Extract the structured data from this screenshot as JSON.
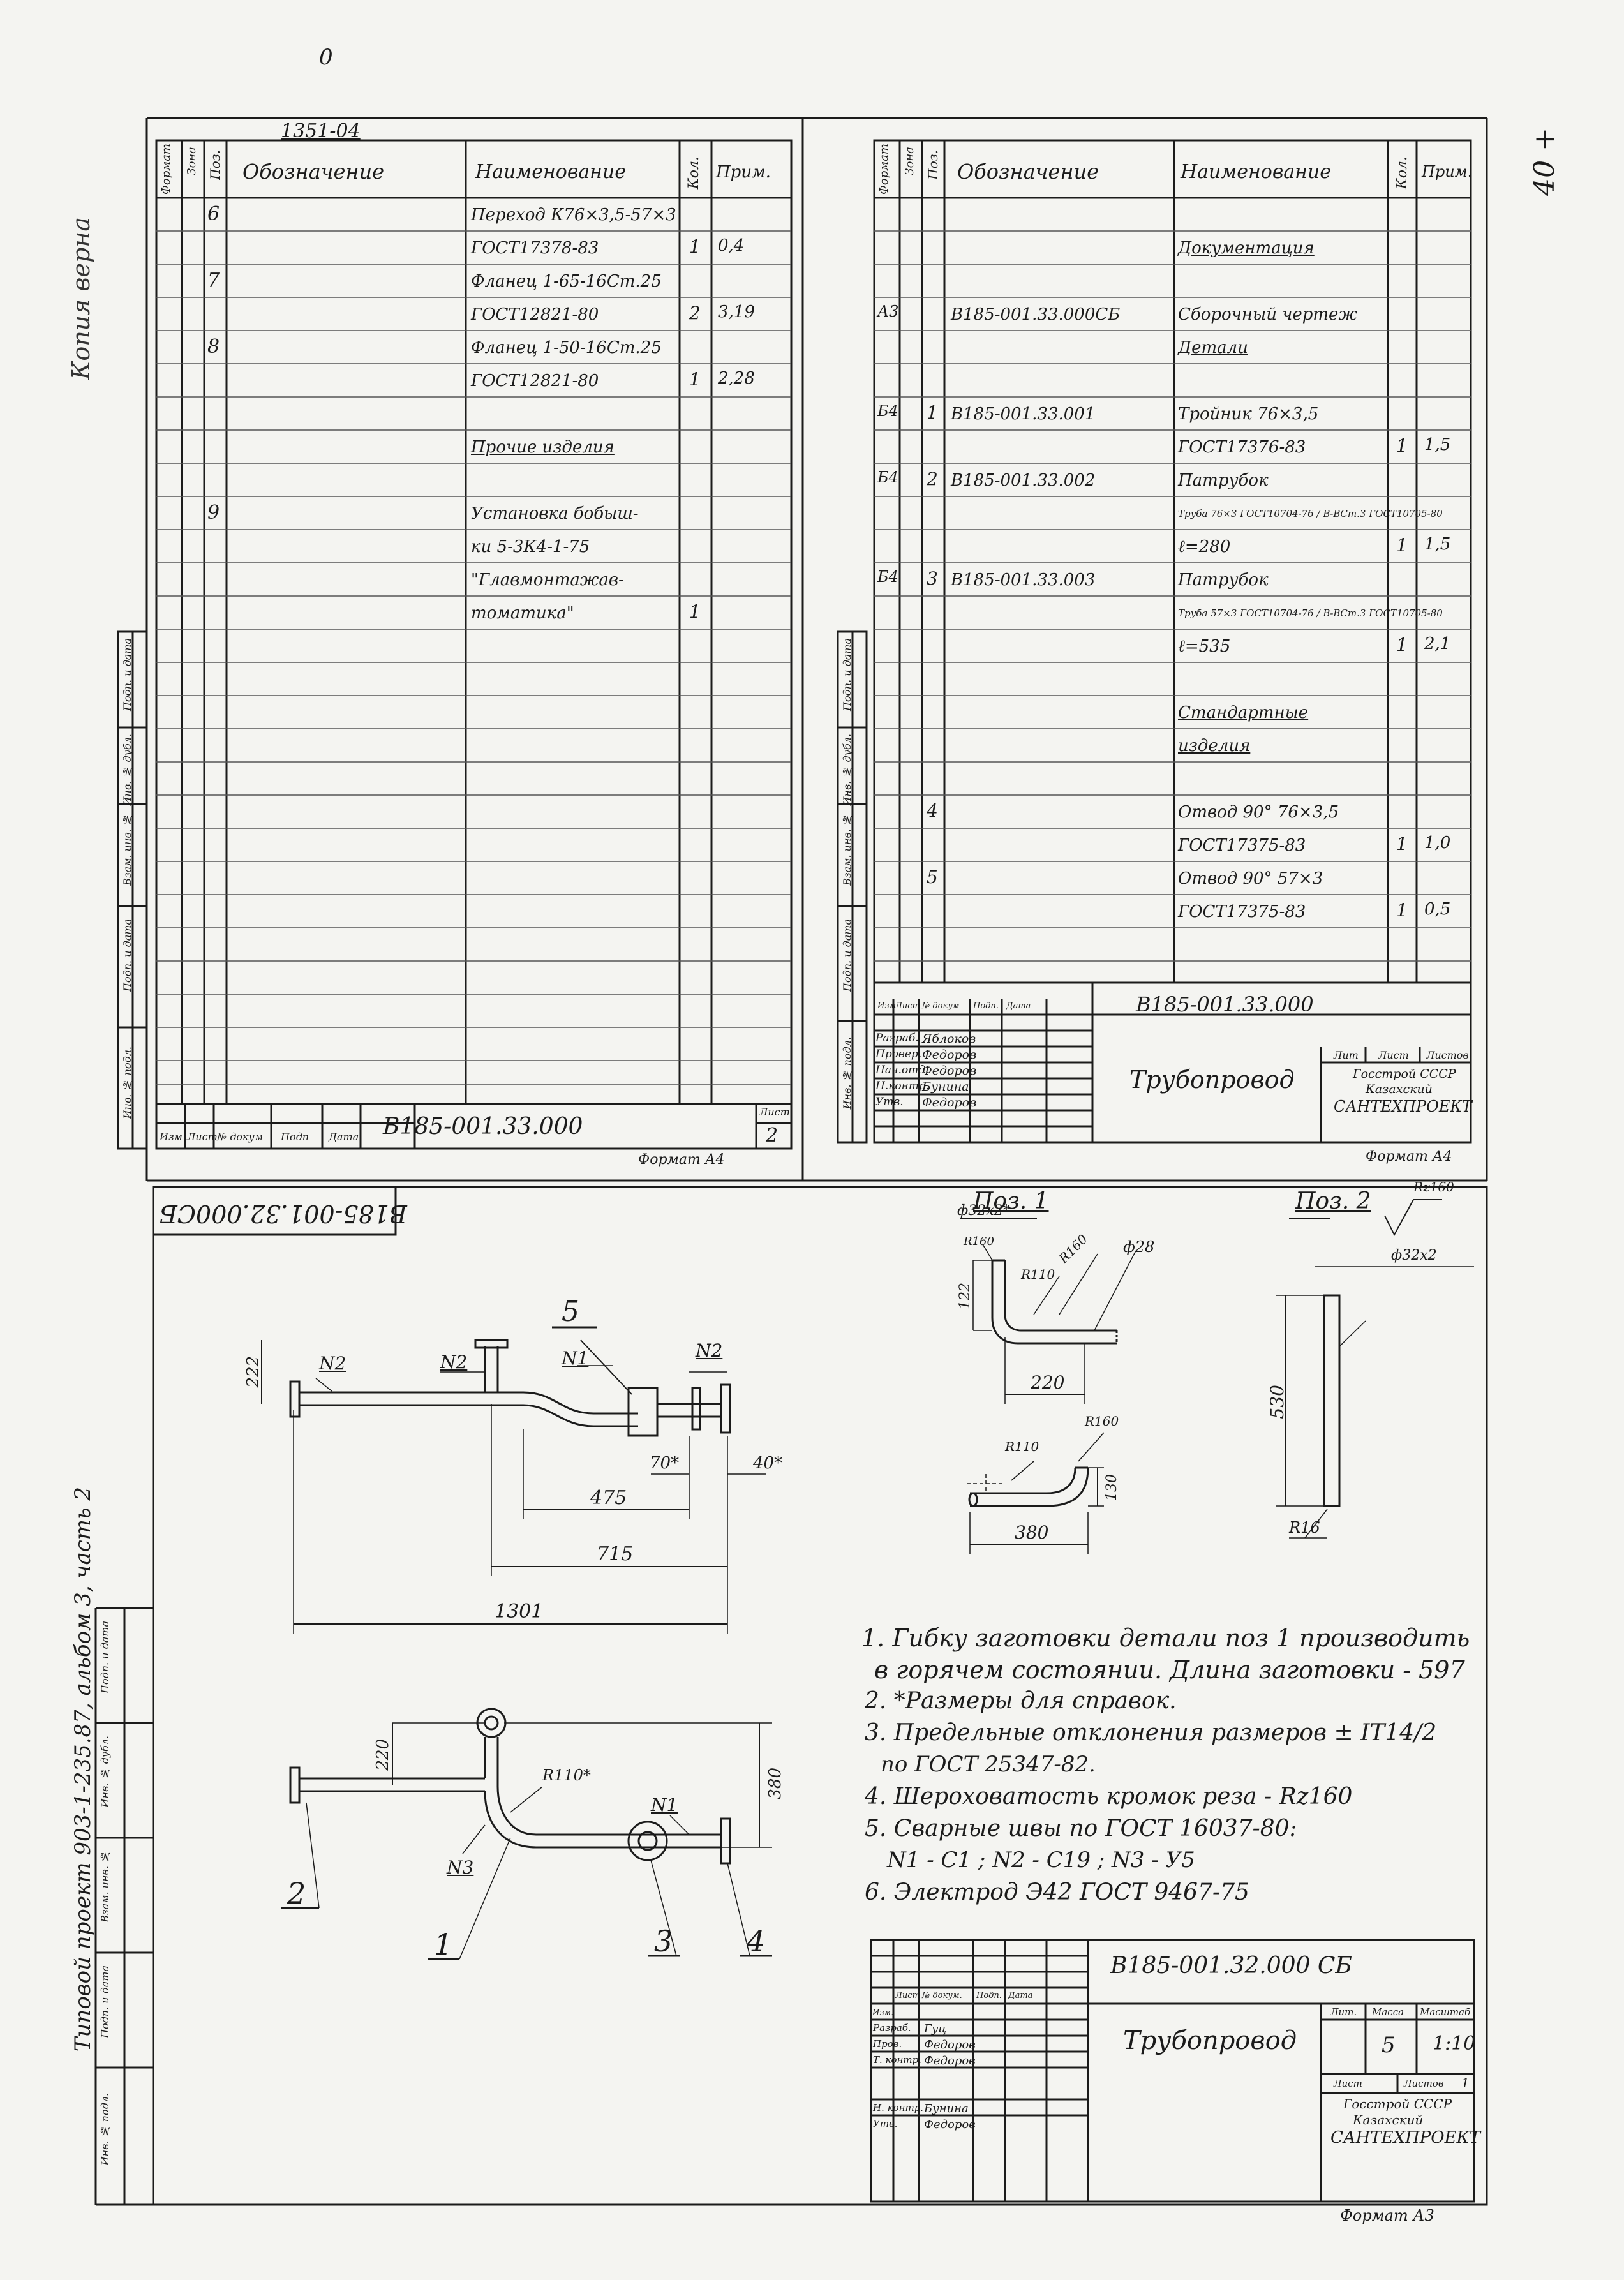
{
  "top_marks": {
    "zero": "0",
    "ref_top": "1351-04",
    "corner_right": "40 +"
  },
  "left_margin": {
    "copy_note": "Копия верна",
    "project_note": "Типовой проект 903-1-235.87, альбом 3, часть 2"
  },
  "side_stamp_labels": [
    "Подп. и дата",
    "Инв. № дубл.",
    "Взам. инв. №",
    "Подп. и дата",
    "Инв. № подл."
  ],
  "spec_left": {
    "headers": {
      "format": "Формат",
      "zone": "Зона",
      "pos": "Поз.",
      "designation": "Обозначение",
      "name": "Наименование",
      "qty": "Кол.",
      "note": "Прим."
    },
    "rows": [
      {
        "pos": "6",
        "name": "Переход К76×3,5-57×3",
        "qty": "",
        "note": ""
      },
      {
        "pos": "",
        "name": "ГОСТ17378-83",
        "qty": "1",
        "note": "0,4"
      },
      {
        "pos": "7",
        "name": "Фланец 1-65-16Ст.25",
        "qty": "",
        "note": ""
      },
      {
        "pos": "",
        "name": "ГОСТ12821-80",
        "qty": "2",
        "note": "3,19"
      },
      {
        "pos": "8",
        "name": "Фланец 1-50-16Ст.25",
        "qty": "",
        "note": ""
      },
      {
        "pos": "",
        "name": "ГОСТ12821-80",
        "qty": "1",
        "note": "2,28"
      },
      {
        "pos": "",
        "name": "",
        "qty": "",
        "note": ""
      },
      {
        "pos": "",
        "name": "Прочие изделия",
        "qty": "",
        "note": ""
      },
      {
        "pos": "",
        "name": "",
        "qty": "",
        "note": ""
      },
      {
        "pos": "9",
        "name": "Установка бобыш-",
        "qty": "",
        "note": ""
      },
      {
        "pos": "",
        "name": "ки 5-3К4-1-75",
        "qty": "",
        "note": ""
      },
      {
        "pos": "",
        "name": "\"Главмонтажав-",
        "qty": "",
        "note": ""
      },
      {
        "pos": "",
        "name": "томатика\"",
        "qty": "1",
        "note": ""
      }
    ],
    "footer": {
      "code": "В185-001.33.000",
      "sheet_label": "Лист",
      "sheet": "2",
      "izm": "Изм",
      "list": "Лист",
      "doc": "№ докум",
      "sign": "Подп",
      "date": "Дата",
      "format": "Формат А4"
    }
  },
  "spec_right": {
    "headers": {
      "format": "Формат",
      "zone": "Зона",
      "pos": "Поз.",
      "designation": "Обозначение",
      "name": "Наименование",
      "qty": "Кол.",
      "note": "Прим."
    },
    "rows": [
      {
        "fmt": "",
        "pos": "",
        "des": "",
        "name": "",
        "qty": "",
        "note": ""
      },
      {
        "fmt": "",
        "pos": "",
        "des": "",
        "name": "Документация",
        "qty": "",
        "note": ""
      },
      {
        "fmt": "",
        "pos": "",
        "des": "",
        "name": "",
        "qty": "",
        "note": ""
      },
      {
        "fmt": "А3",
        "pos": "",
        "des": "В185-001.33.000СБ",
        "name": "Сборочный чертеж",
        "qty": "",
        "note": ""
      },
      {
        "fmt": "",
        "pos": "",
        "des": "",
        "name": "Детали",
        "qty": "",
        "note": ""
      },
      {
        "fmt": "",
        "pos": "",
        "des": "",
        "name": "",
        "qty": "",
        "note": ""
      },
      {
        "fmt": "Б4",
        "pos": "1",
        "des": "В185-001.33.001",
        "name": "Тройник 76×3,5",
        "qty": "",
        "note": ""
      },
      {
        "fmt": "",
        "pos": "",
        "des": "",
        "name": "ГОСТ17376-83",
        "qty": "1",
        "note": "1,5"
      },
      {
        "fmt": "Б4",
        "pos": "2",
        "des": "В185-001.33.002",
        "name": "Патрубок",
        "qty": "",
        "note": ""
      },
      {
        "fmt": "",
        "pos": "",
        "des": "",
        "name": "Труба 76×3 ГОСТ10704-76 / В-ВСт.3 ГОСТ10705-80",
        "qty": "",
        "note": ""
      },
      {
        "fmt": "",
        "pos": "",
        "des": "",
        "name": "ℓ=280",
        "qty": "1",
        "note": "1,5"
      },
      {
        "fmt": "Б4",
        "pos": "3",
        "des": "В185-001.33.003",
        "name": "Патрубок",
        "qty": "",
        "note": ""
      },
      {
        "fmt": "",
        "pos": "",
        "des": "",
        "name": "Труба 57×3 ГОСТ10704-76 / В-ВСт.3 ГОСТ10705-80",
        "qty": "",
        "note": ""
      },
      {
        "fmt": "",
        "pos": "",
        "des": "",
        "name": "ℓ=535",
        "qty": "1",
        "note": "2,1"
      },
      {
        "fmt": "",
        "pos": "",
        "des": "",
        "name": "",
        "qty": "",
        "note": ""
      },
      {
        "fmt": "",
        "pos": "",
        "des": "",
        "name": "Стандартные",
        "qty": "",
        "note": ""
      },
      {
        "fmt": "",
        "pos": "",
        "des": "",
        "name": "изделия",
        "qty": "",
        "note": ""
      },
      {
        "fmt": "",
        "pos": "",
        "des": "",
        "name": "",
        "qty": "",
        "note": ""
      },
      {
        "fmt": "",
        "pos": "4",
        "des": "",
        "name": "Отвод 90° 76×3,5",
        "qty": "",
        "note": ""
      },
      {
        "fmt": "",
        "pos": "",
        "des": "",
        "name": "ГОСТ17375-83",
        "qty": "1",
        "note": "1,0"
      },
      {
        "fmt": "",
        "pos": "5",
        "des": "",
        "name": "Отвод 90° 57×3",
        "qty": "",
        "note": ""
      },
      {
        "fmt": "",
        "pos": "",
        "des": "",
        "name": "ГОСТ17375-83",
        "qty": "1",
        "note": "0,5"
      }
    ],
    "title_block": {
      "code": "В185-001.33.000",
      "title": "Трубопровод",
      "roles": [
        "Разраб.",
        "Провер.",
        "Нач.отд.",
        "Н.контр.",
        "Утв."
      ],
      "names": [
        "Яблоков",
        "Федоров",
        "Федоров",
        "Бунина",
        "Федоров"
      ],
      "col_heads": {
        "izm": "Изм",
        "list": "Лист",
        "doc": "№ докум",
        "sign": "Подп.",
        "date": "Дата"
      },
      "lit": "Лит",
      "sheet": "Лист",
      "sheets": "Листов",
      "org1": "Госстрой СССР",
      "org2": "Казахский",
      "org3": "САНТЕХПРОЕКТ",
      "format": "Формат А4"
    }
  },
  "drawing": {
    "rotated_code": "В185-001.32.000СБ",
    "poz1_label": "Поз. 1",
    "poz2_label": "Поз. 2",
    "roughness": "Rz160",
    "balloon_5": "5",
    "balloon_1": "1",
    "balloon_2": "2",
    "balloon_3": "3",
    "balloon_4": "4",
    "weld_labels": {
      "n1": "N1",
      "n2a": "N2",
      "n2b": "N2",
      "n3": "N3"
    },
    "dims_main": {
      "d222": "222",
      "d475": "475",
      "d715": "715",
      "d1301": "1301",
      "d70": "70*",
      "d40": "40*",
      "d220": "220",
      "d380": "380",
      "r110": "R110*"
    },
    "dims_poz1": {
      "pipe": "ф32х2*",
      "r160a": "R160",
      "r110": "R110",
      "r160b": "R160",
      "d28": "ф28",
      "d122": "122",
      "d220": "220",
      "d130": "130",
      "d380": "380"
    },
    "dims_poz2": {
      "pipe": "ф32х2",
      "d530": "530",
      "r16": "R16"
    },
    "notes": [
      "1. Гибку заготовки детали поз 1 производить",
      "в горячем состоянии. Длина заготовки - 597",
      "2. *Размеры для справок.",
      "3. Предельные отклонения размеров ± IT14/2",
      "по ГОСТ 25347-82.",
      "4. Шероховатость кромок реза - Rz160",
      "5. Сварные швы по ГОСТ 16037-80:",
      "N1 - С1 ; N2 - С19 ; N3 - У5",
      "6. Электрод Э42 ГОСТ 9467-75"
    ],
    "title_block": {
      "code": "В185-001.32.000 СБ",
      "title": "Трубопровод",
      "col_heads": {
        "izm": "Изм.",
        "list": "Лист",
        "doc": "№ докум.",
        "sign": "Подп.",
        "date": "Дата"
      },
      "roles": [
        "Разраб.",
        "Пров.",
        "Т. контр.",
        "",
        "Н. контр.",
        "Утв."
      ],
      "names": [
        "Гуц",
        "Федоров",
        "Федоров",
        "",
        "Бунина",
        "Федоров"
      ],
      "lit": "Лит.",
      "mass": "Масса",
      "scale": "Масштаб",
      "mass_value": "5",
      "scale_value": "1:10",
      "sheet": "Лист",
      "sheets": "Листов",
      "sheets_value": "1",
      "org1": "Госстрой СССР",
      "org2": "Казахский",
      "org3": "САНТЕХПРОЕКТ",
      "format": "Формат А3"
    }
  }
}
